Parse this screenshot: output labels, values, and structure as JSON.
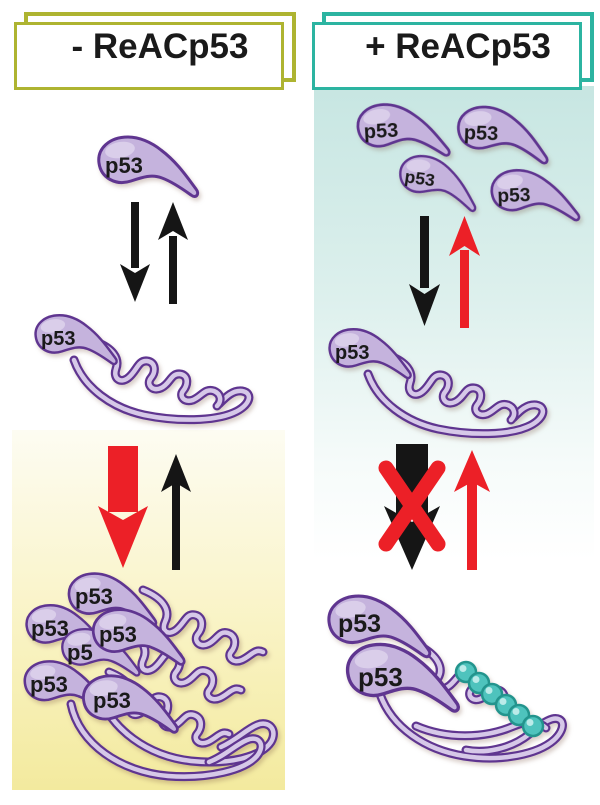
{
  "figure": {
    "left_panel": {
      "title": "- ReACp53",
      "native_monomer_label": "p53",
      "unfolded_monomer_label": "p53",
      "aggregate_labels": [
        "p53",
        "p53",
        "p5",
        "p53",
        "p53",
        "p53"
      ]
    },
    "right_panel": {
      "title": "+ ReACp53",
      "monomer_labels": [
        "p53",
        "p53",
        "p53",
        "p53"
      ],
      "unfolded_monomer_label": "p53",
      "bound_complex_labels": [
        "p53",
        "p53"
      ]
    }
  },
  "colors": {
    "left-border": "#aeb431",
    "right-border": "#2cb4a1",
    "protein-fill": "#c5b3dd",
    "protein-outline": "#5f3590",
    "protein-highlight": "#ddd2ec",
    "protein-tube": "#d6c8e8",
    "bead-fill": "#4ec3bd",
    "bead-outline": "#23948d",
    "arrow-black": "#151515",
    "arrow-red": "#ec2027",
    "label-color": "#1a1a1a",
    "left-bg-bottom": "#f3ea9e",
    "right-bg-top": "#c7e6e2"
  }
}
